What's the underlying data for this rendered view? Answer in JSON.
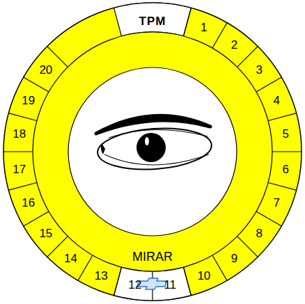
{
  "diagram": {
    "labels": [
      "TPM",
      "1",
      "2",
      "3",
      "4",
      "5",
      "6",
      "7",
      "8",
      "9",
      "10",
      "11",
      "12",
      "13",
      "14",
      "15",
      "16",
      "17",
      "18",
      "19",
      "20",
      "MIRAR"
    ]
  }
}
